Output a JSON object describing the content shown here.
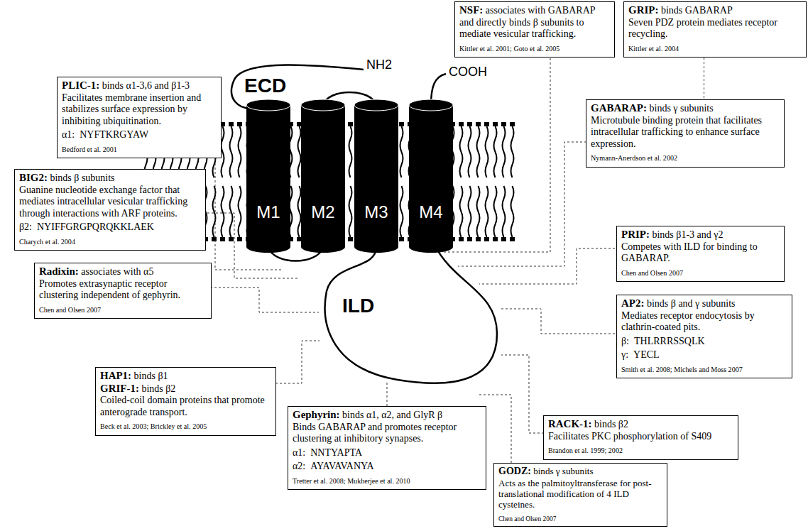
{
  "diagram": {
    "nodes": [
      {
        "text": [
          "PLIC-1:",
          "binds α1-3,6 and β1-3",
          "Facilitates membrane insertion and stabilizes surface expression by inhibiting ubiquitination.",
          "α1:  NYFTKRGYAW",
          "Bedford et al. 2001"
        ]
      },
      {
        "text": [
          "NSF:",
          "associates with GABARAP and directly binds β subunits to mediate vesicular trafficking.",
          "Kittler et al. 2001; Goto et al. 2005"
        ]
      },
      {
        "text": [
          "GRIP:",
          "binds GABARAP",
          "Seven PDZ protein mediates receptor recycling.",
          "Kittler et al. 2004"
        ]
      },
      {
        "text": [
          "GABARAP:",
          "binds γ subunits",
          "Microtubule binding protein that facilitates intracellular trafficking to enhance surface expression.",
          "Nymann-Anerdson et al. 2002"
        ]
      },
      {
        "text": [
          "BIG2:",
          "binds β subunits",
          "Guanine nucleotide exchange factor that mediates intracellular vesicular trafficking through interactions with ARF proteins.",
          "β2:  NYIFFGRGPQRQKKLAEK",
          "Charych et al. 2004"
        ]
      },
      {
        "text": [
          "PRIP:",
          "binds β1-3 and γ2",
          "Competes with ILD for binding to GABARAP.",
          "Chen and Olsen 2007"
        ]
      },
      {
        "text": [
          "Radixin:",
          "associates with α5",
          "Promotes extrasynaptic receptor clustering independent of gephyrin.",
          "Chen and Olsen 2007"
        ]
      },
      {
        "text": [
          "AP2:",
          "binds β and γ subunits",
          "Mediates receptor endocytosis by clathrin-coated pits.",
          "β:  THLRRRSSQLK",
          "γ:  YECL",
          "Smith et al. 2008; Michels and Moss 2007"
        ]
      },
      {
        "text": [
          "RACK-1:",
          "binds β2",
          "Facilitates PKC phosphorylation of S409",
          "Brandon et al. 1999; 2002"
        ]
      },
      {
        "text": [
          "HAP1:",
          "binds β1",
          "GRIF-1:",
          "binds β2",
          "Coiled-coil domain proteins that promote anterograde transport.",
          "Beck et al. 2003; Brickley et al. 2005"
        ]
      },
      {
        "text": [
          "Gephyrin:",
          "binds α1, α2, and GlyR β",
          "Binds GABARAP and promotes receptor clustering at inhibitory synapses.",
          "α1:  NNTYAPTA",
          "α2:  AYAVAVANYA",
          "Tretter et al. 2008; Mukherjee et al. 2010"
        ]
      },
      {
        "text": [
          "GODZ:",
          "binds γ subunits",
          "Acts as the palmitoyltransferase for post-translational modification of 4 ILD cysteines.",
          "Chen and Olsen 2007"
        ]
      }
    ],
    "edges": [
      {
        "from": 2,
        "to": 3,
        "arrow": "none"
      }
    ],
    "labels": [
      "NH2",
      "ECD",
      "COOH",
      "M1",
      "M2",
      "M3",
      "M4",
      "ILD"
    ]
  }
}
